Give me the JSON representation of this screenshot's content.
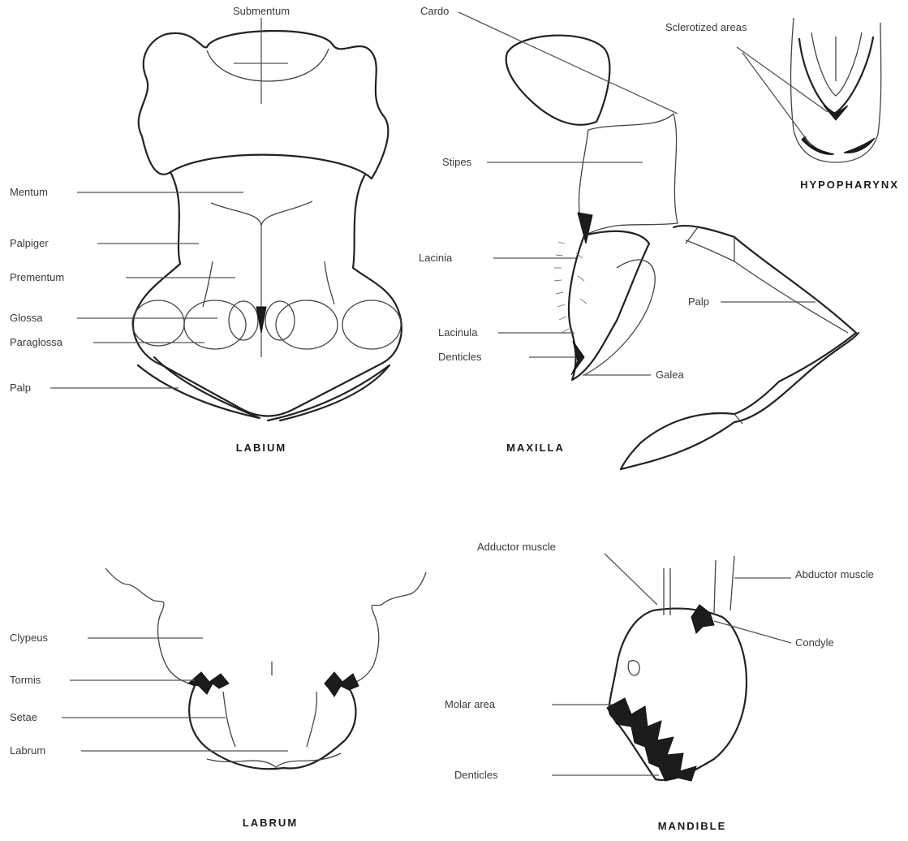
{
  "labium": {
    "caption": "LABIUM",
    "labels": {
      "submentum": "Submentum",
      "mentum": "Mentum",
      "palpiger": "Palpiger",
      "prementum": "Prementum",
      "glossa": "Glossa",
      "paraglossa": "Paraglossa",
      "palp": "Palp"
    }
  },
  "maxilla": {
    "caption": "MAXILLA",
    "labels": {
      "cardo": "Cardo",
      "stipes": "Stipes",
      "lacinia": "Lacinia",
      "palp": "Palp",
      "lacinula": "Lacinula",
      "denticles": "Denticles",
      "galea": "Galea"
    }
  },
  "hypopharynx": {
    "caption": "HYPOPHARYNX",
    "labels": {
      "sclerotized_areas": "Sclerotized areas"
    }
  },
  "labrum": {
    "caption": "LABRUM",
    "labels": {
      "clypeus": "Clypeus",
      "tormis": "Tormis",
      "setae": "Setae",
      "labrum": "Labrum"
    }
  },
  "mandible": {
    "caption": "MANDIBLE",
    "labels": {
      "adductor": "Adductor muscle",
      "abductor": "Abductor muscle",
      "condyle": "Condyle",
      "molar_area": "Molar area",
      "denticles": "Denticles"
    }
  }
}
